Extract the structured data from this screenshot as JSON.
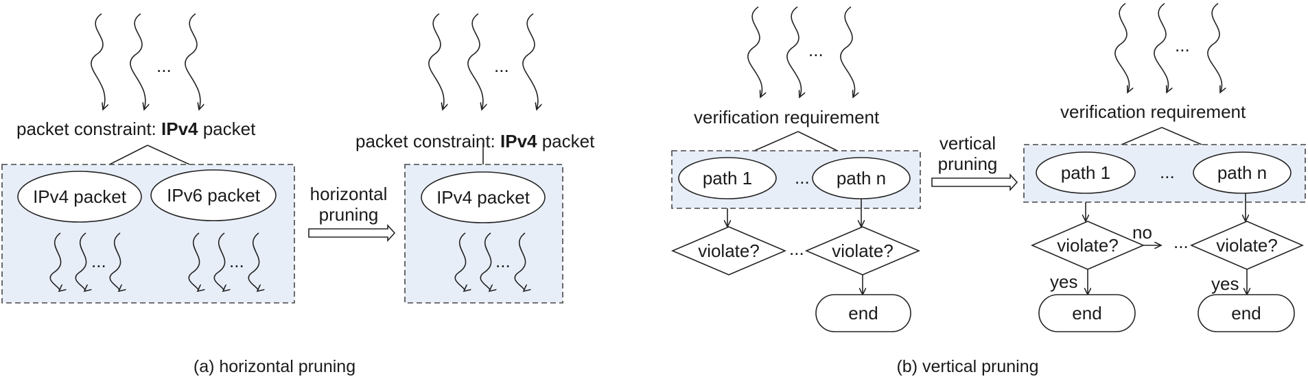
{
  "panel_a": {
    "caption": "(a) horizontal pruning",
    "left_constraint": {
      "prefix": "packet constraint: ",
      "bold": "IPv4",
      "suffix": " packet"
    },
    "right_constraint": {
      "prefix": "packet constraint: ",
      "bold": "IPv4",
      "suffix": " packet"
    },
    "left_nodes": [
      "IPv4 packet",
      "IPv6 packet"
    ],
    "right_node": "IPv4 packet",
    "arrow_label": [
      "horizontal",
      "pruning"
    ],
    "ellipsis": "..."
  },
  "panel_b": {
    "caption": "(b) vertical pruning",
    "requirement": "verification requirement",
    "path_first": "path 1",
    "path_last": "path n",
    "decision": "violate?",
    "terminal": "end",
    "yes_label": "yes",
    "no_label": "no",
    "arrow_label": [
      "vertical",
      "pruning"
    ],
    "ellipsis": "...",
    "mid_ellipsis": "..."
  }
}
